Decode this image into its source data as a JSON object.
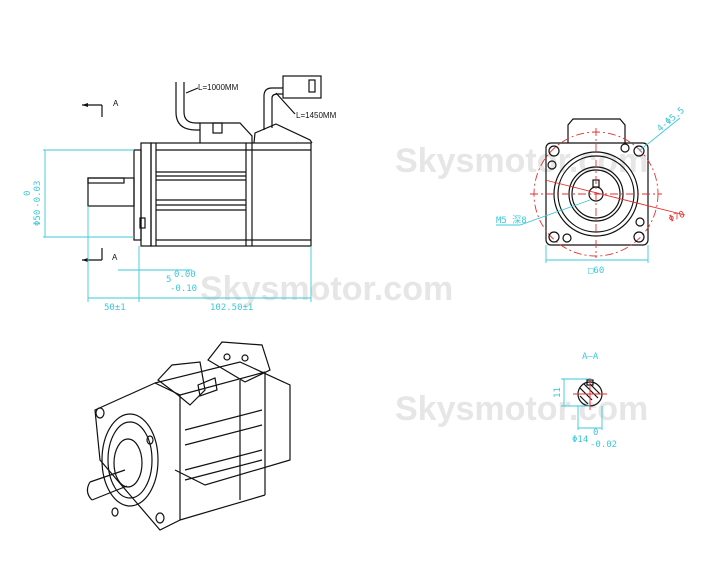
{
  "watermark": "Skysmotor.com",
  "side_view": {
    "section_mark_top": "A",
    "section_mark_bottom": "A",
    "cable_power_length": "L=1000MM",
    "cable_encoder_length": "L=1450MM",
    "shaft_diameter": "Φ50",
    "shaft_diameter_tol_upper": "0",
    "shaft_diameter_tol_lower": "-0.03",
    "flange_thickness": "5",
    "flange_thickness_tol_upper": "0.00",
    "flange_thickness_tol_lower": "-0.10",
    "shaft_length": "50±1",
    "body_length": "102.50±1"
  },
  "front_view": {
    "mount_holes": "4-Φ5.5",
    "bolt_circle": "Φ70",
    "thread": "M5 深8",
    "flange_square": "□60"
  },
  "section_view": {
    "title": "A—A",
    "key_height": "11",
    "shaft_diameter": "Φ14",
    "tol_upper": "0",
    "tol_lower": "-0.02"
  }
}
